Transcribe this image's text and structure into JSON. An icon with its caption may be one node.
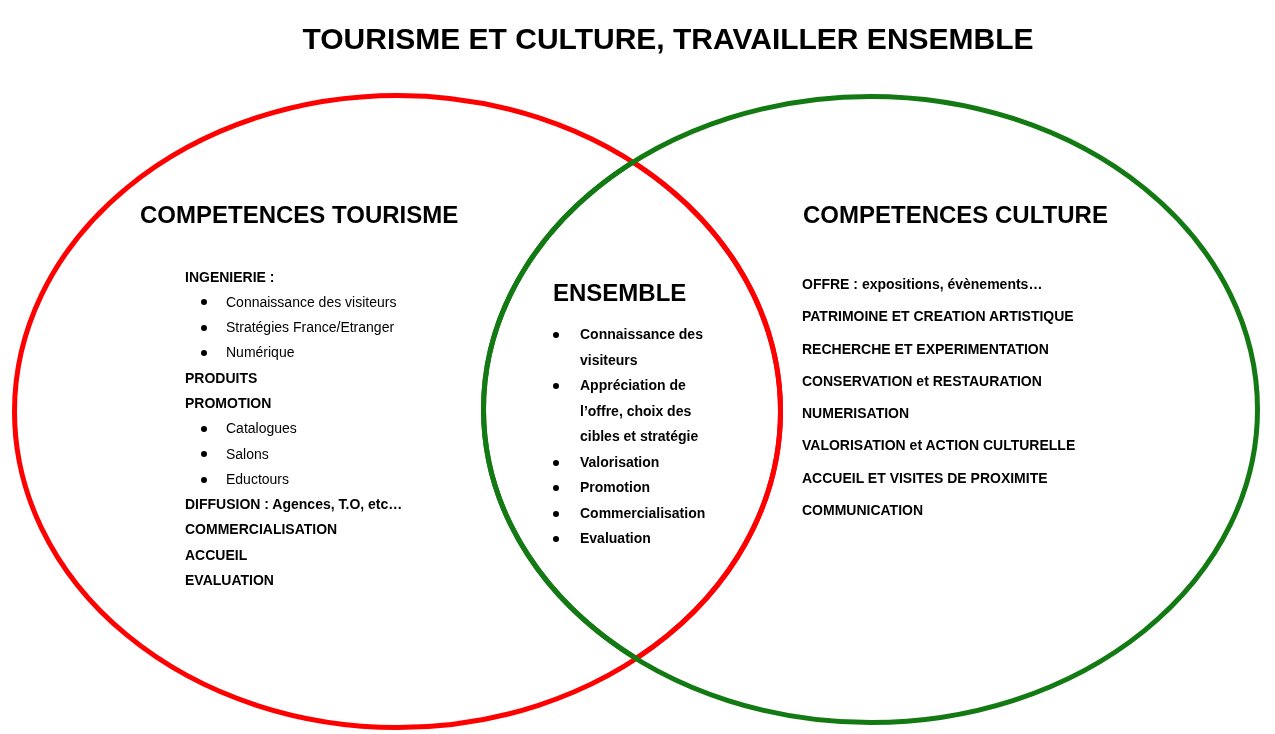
{
  "diagram": {
    "title": "TOURISME ET CULTURE, TRAVAILLER ENSEMBLE",
    "nodes": [
      {
        "text": [
          "COMPETENCES TOURISME",
          "INGENIERIE :",
          "Connaissance des visiteurs",
          "Stratégies France/Etranger",
          "Numérique",
          "PRODUITS",
          "PROMOTION",
          "Catalogues",
          "Salons",
          "Eductours",
          "DIFFUSION : Agences, T.O, etc…",
          "COMMERCIALISATION",
          "ACCUEIL",
          "EVALUATION"
        ]
      },
      {
        "text": [
          "ENSEMBLE",
          "Connaissance des visiteurs",
          "Appréciation de l’offre, choix des cibles et stratégie",
          "Valorisation",
          "Promotion",
          "Commercialisation",
          "Evaluation"
        ]
      },
      {
        "text": [
          "COMPETENCES CULTURE",
          "OFFRE : expositions, évènements…",
          "PATRIMOINE ET CREATION ARTISTIQUE",
          "RECHERCHE ET EXPERIMENTATION",
          "CONSERVATION et RESTAURATION",
          "NUMERISATION",
          "VALORISATION et ACTION CULTURELLE",
          "ACCUEIL ET VISITES DE PROXIMITE",
          "COMMUNICATION"
        ]
      }
    ]
  }
}
